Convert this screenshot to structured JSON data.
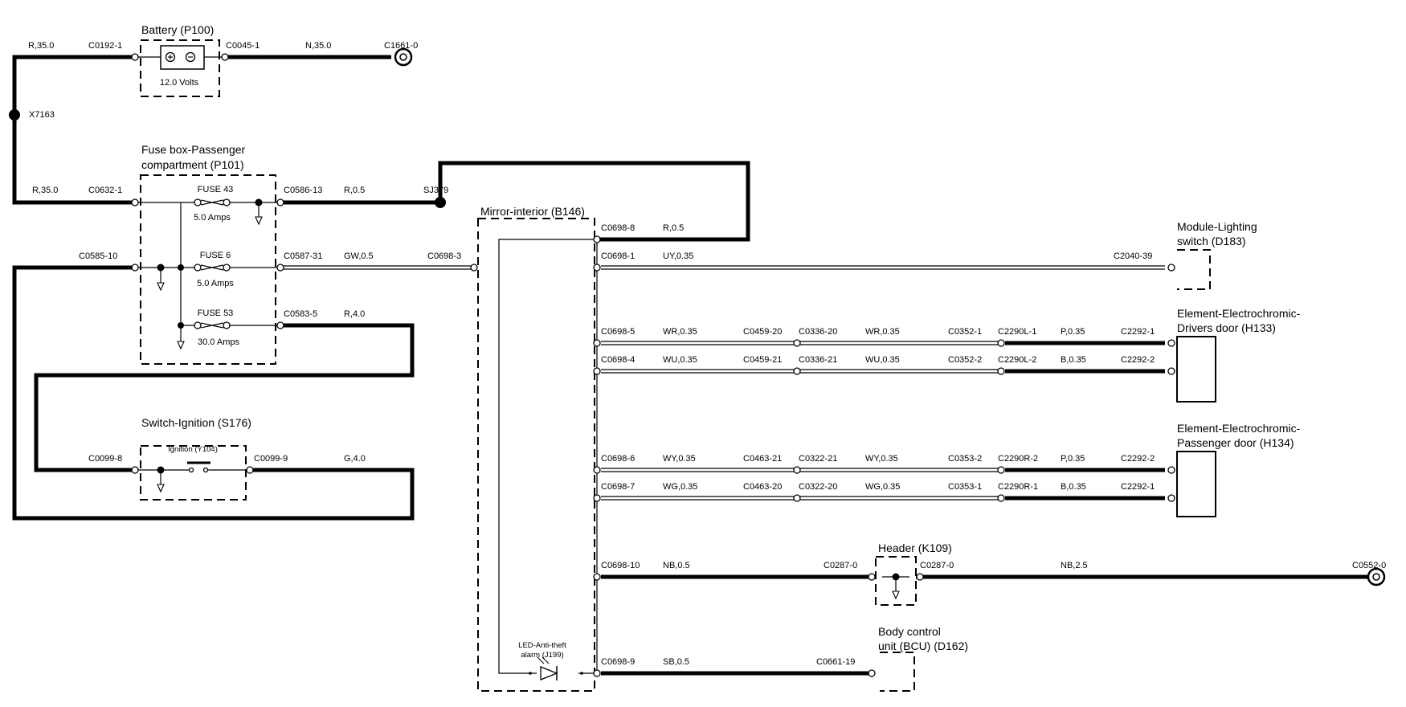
{
  "components": {
    "battery": {
      "title": "Battery (P100)",
      "volts": "12.0 Volts"
    },
    "fusebox": {
      "title1": "Fuse box-Passenger",
      "title2": "compartment (P101)"
    },
    "fuse43": {
      "name": "FUSE 43",
      "rating": "5.0 Amps"
    },
    "fuse6": {
      "name": "FUSE 6",
      "rating": "5.0 Amps"
    },
    "fuse53": {
      "name": "FUSE 53",
      "rating": "30.0 Amps"
    },
    "ignition": {
      "title": "Switch-Ignition (S176)",
      "inner": "Ignition (Y104)"
    },
    "mirror": {
      "title": "Mirror-interior (B146)"
    },
    "led": {
      "line1": "LED-Anti-theft",
      "line2": "alarm (J199)"
    },
    "lighting": {
      "title1": "Module-Lighting",
      "title2": "switch (D183)"
    },
    "driver_door": {
      "title1": "Element-Electrochromic-",
      "title2": "Drivers door (H133)"
    },
    "pass_door": {
      "title1": "Element-Electrochromic-",
      "title2": "Passenger door (H134)"
    },
    "header": {
      "title": "Header (K109)"
    },
    "bcu": {
      "title1": "Body control",
      "title2": "unit (BCU) (D162)"
    }
  },
  "labels": {
    "r35_top": "R,35.0",
    "c0192": "C0192-1",
    "c0045": "C0045-1",
    "n35": "N,35.0",
    "c1661": "C1661-0",
    "x7163": "X7163",
    "r35_mid": "R,35.0",
    "c0632": "C0632-1",
    "c0586": "C0586-13",
    "r05_a": "R,0.5",
    "sj379": "SJ379",
    "c0585": "C0585-10",
    "c0587": "C0587-31",
    "gw05": "GW,0.5",
    "c0698_3": "C0698-3",
    "c0583": "C0583-5",
    "r40": "R,4.0",
    "c0099_8": "C0099-8",
    "c0099_9": "C0099-9",
    "g40": "G,4.0",
    "c0698_8": "C0698-8",
    "r05_b": "R,0.5",
    "c0698_1": "C0698-1",
    "uy035": "UY,0.35",
    "c2040": "C2040-39",
    "c0698_5": "C0698-5",
    "wr035_a": "WR,0.35",
    "c0459_20": "C0459-20",
    "c0336_20": "C0336-20",
    "wr035_b": "WR,0.35",
    "c0352_1": "C0352-1",
    "c2290l_1": "C2290L-1",
    "p035_a": "P,0.35",
    "c2292_1a": "C2292-1",
    "c0698_4": "C0698-4",
    "wu035_a": "WU,0.35",
    "c0459_21": "C0459-21",
    "c0336_21": "C0336-21",
    "wu035_b": "WU,0.35",
    "c0352_2": "C0352-2",
    "c2290l_2": "C2290L-2",
    "b035_a": "B,0.35",
    "c2292_2a": "C2292-2",
    "c0698_6": "C0698-6",
    "wy035_a": "WY,0.35",
    "c0463_21": "C0463-21",
    "c0322_21": "C0322-21",
    "wy035_b": "WY,0.35",
    "c0353_2": "C0353-2",
    "c2290r_2": "C2290R-2",
    "p035_b": "P,0.35",
    "c2292_2b": "C2292-2",
    "c0698_7": "C0698-7",
    "wg035_a": "WG,0.35",
    "c0463_20": "C0463-20",
    "c0322_20": "C0322-20",
    "wg035_b": "WG,0.35",
    "c0353_1": "C0353-1",
    "c2290r_1": "C2290R-1",
    "b035_b": "B,0.35",
    "c2292_1b": "C2292-1",
    "c0698_10": "C0698-10",
    "nb05": "NB,0.5",
    "c0287_a": "C0287-0",
    "c0287_b": "C0287-0",
    "nb25": "NB,2.5",
    "c0552": "C0552-0",
    "c0698_9": "C0698-9",
    "sb05": "SB,0.5",
    "c0661": "C0661-19"
  }
}
